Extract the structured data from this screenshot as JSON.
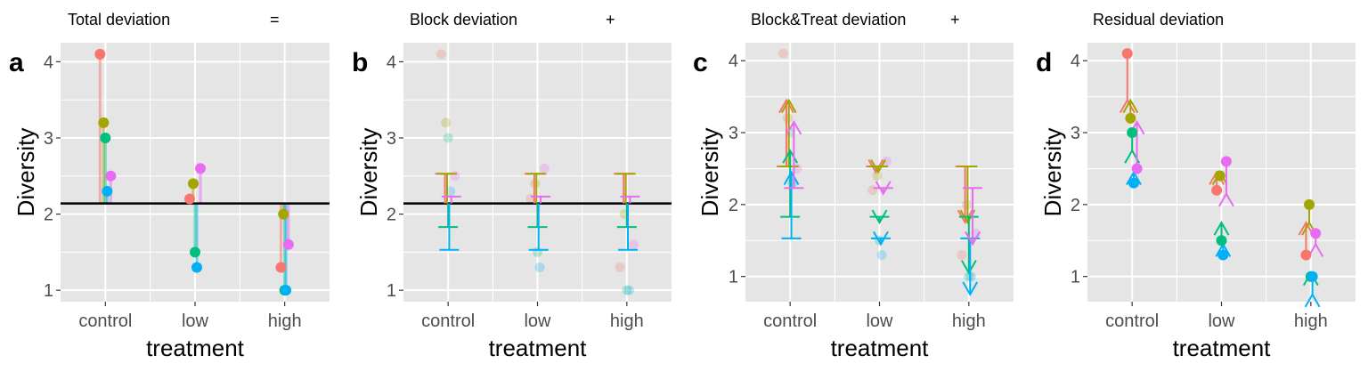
{
  "colors": {
    "panel_bg": "#e5e5e5",
    "grid": "#ffffff",
    "axis_text": "#4d4d4d",
    "block_1": "#f8766d",
    "block_2": "#a3a500",
    "block_3": "#00bf7d",
    "block_4": "#00b0f6",
    "block_5": "#e76bf3"
  },
  "chart_data": [
    {
      "panel": "a",
      "title": "Total deviation",
      "operator": "=",
      "type": "scatter",
      "xlabel": "treatment",
      "ylabel": "Diversity",
      "categories": [
        "control",
        "low",
        "high"
      ],
      "yticks": [
        "1",
        "2",
        "3",
        "4"
      ],
      "ylim": [
        0.85,
        4.25
      ],
      "grand_mean": 2.14,
      "grid": true,
      "series": [
        {
          "values": [
            4.1,
            2.2,
            1.3
          ]
        },
        {
          "values": [
            3.2,
            2.4,
            2.0
          ]
        },
        {
          "values": [
            3.0,
            1.5,
            1.0
          ]
        },
        {
          "values": [
            2.3,
            1.3,
            1.0
          ]
        },
        {
          "values": [
            2.5,
            2.6,
            1.6
          ]
        }
      ]
    },
    {
      "panel": "b",
      "title": "Block deviation",
      "operator": "+",
      "type": "scatter",
      "xlabel": "treatment",
      "ylabel": "Diversity",
      "categories": [
        "control",
        "low",
        "high"
      ],
      "yticks": [
        "1",
        "2",
        "3",
        "4"
      ],
      "ylim": [
        0.85,
        4.25
      ],
      "grand_mean": 2.14,
      "block_means": [
        2.53,
        2.53,
        1.83,
        1.53,
        2.23
      ],
      "grid": true,
      "series": [
        {
          "values": [
            4.1,
            2.2,
            1.3
          ]
        },
        {
          "values": [
            3.2,
            2.4,
            2.0
          ]
        },
        {
          "values": [
            3.0,
            1.5,
            1.0
          ]
        },
        {
          "values": [
            2.3,
            1.3,
            1.0
          ]
        },
        {
          "values": [
            2.5,
            2.6,
            1.6
          ]
        }
      ]
    },
    {
      "panel": "c",
      "title": "Block&Treat deviation",
      "operator": "+",
      "type": "scatter",
      "xlabel": "treatment",
      "ylabel": "Diversity",
      "categories": [
        "control",
        "low",
        "high"
      ],
      "yticks": [
        "1",
        "2",
        "3",
        "4"
      ],
      "ylim": [
        0.65,
        4.25
      ],
      "block_means": [
        2.53,
        2.53,
        1.83,
        1.53,
        2.23
      ],
      "fitted": [
        [
          3.45,
          2.45,
          1.75
        ],
        [
          3.45,
          2.45,
          1.75
        ],
        [
          2.75,
          1.75,
          1.05
        ],
        [
          2.45,
          1.45,
          0.75
        ],
        [
          3.15,
          2.15,
          1.45
        ]
      ],
      "grid": true,
      "series": [
        {
          "values": [
            4.1,
            2.2,
            1.3
          ]
        },
        {
          "values": [
            3.2,
            2.4,
            2.0
          ]
        },
        {
          "values": [
            3.0,
            1.5,
            1.0
          ]
        },
        {
          "values": [
            2.3,
            1.3,
            1.0
          ]
        },
        {
          "values": [
            2.5,
            2.6,
            1.6
          ]
        }
      ]
    },
    {
      "panel": "d",
      "title": "Residual deviation",
      "operator": "",
      "type": "scatter",
      "xlabel": "treatment",
      "ylabel": "Diversity",
      "categories": [
        "control",
        "low",
        "high"
      ],
      "yticks": [
        "1",
        "2",
        "3",
        "4"
      ],
      "ylim": [
        0.65,
        4.25
      ],
      "fitted": [
        [
          3.45,
          2.45,
          1.75
        ],
        [
          3.45,
          2.45,
          1.75
        ],
        [
          2.75,
          1.75,
          1.05
        ],
        [
          2.45,
          1.45,
          0.75
        ],
        [
          3.15,
          2.15,
          1.45
        ]
      ],
      "grid": true,
      "series": [
        {
          "values": [
            4.1,
            2.2,
            1.3
          ]
        },
        {
          "values": [
            3.2,
            2.4,
            2.0
          ]
        },
        {
          "values": [
            3.0,
            1.5,
            1.0
          ]
        },
        {
          "values": [
            2.3,
            1.3,
            1.0
          ]
        },
        {
          "values": [
            2.5,
            2.6,
            1.6
          ]
        }
      ]
    }
  ]
}
